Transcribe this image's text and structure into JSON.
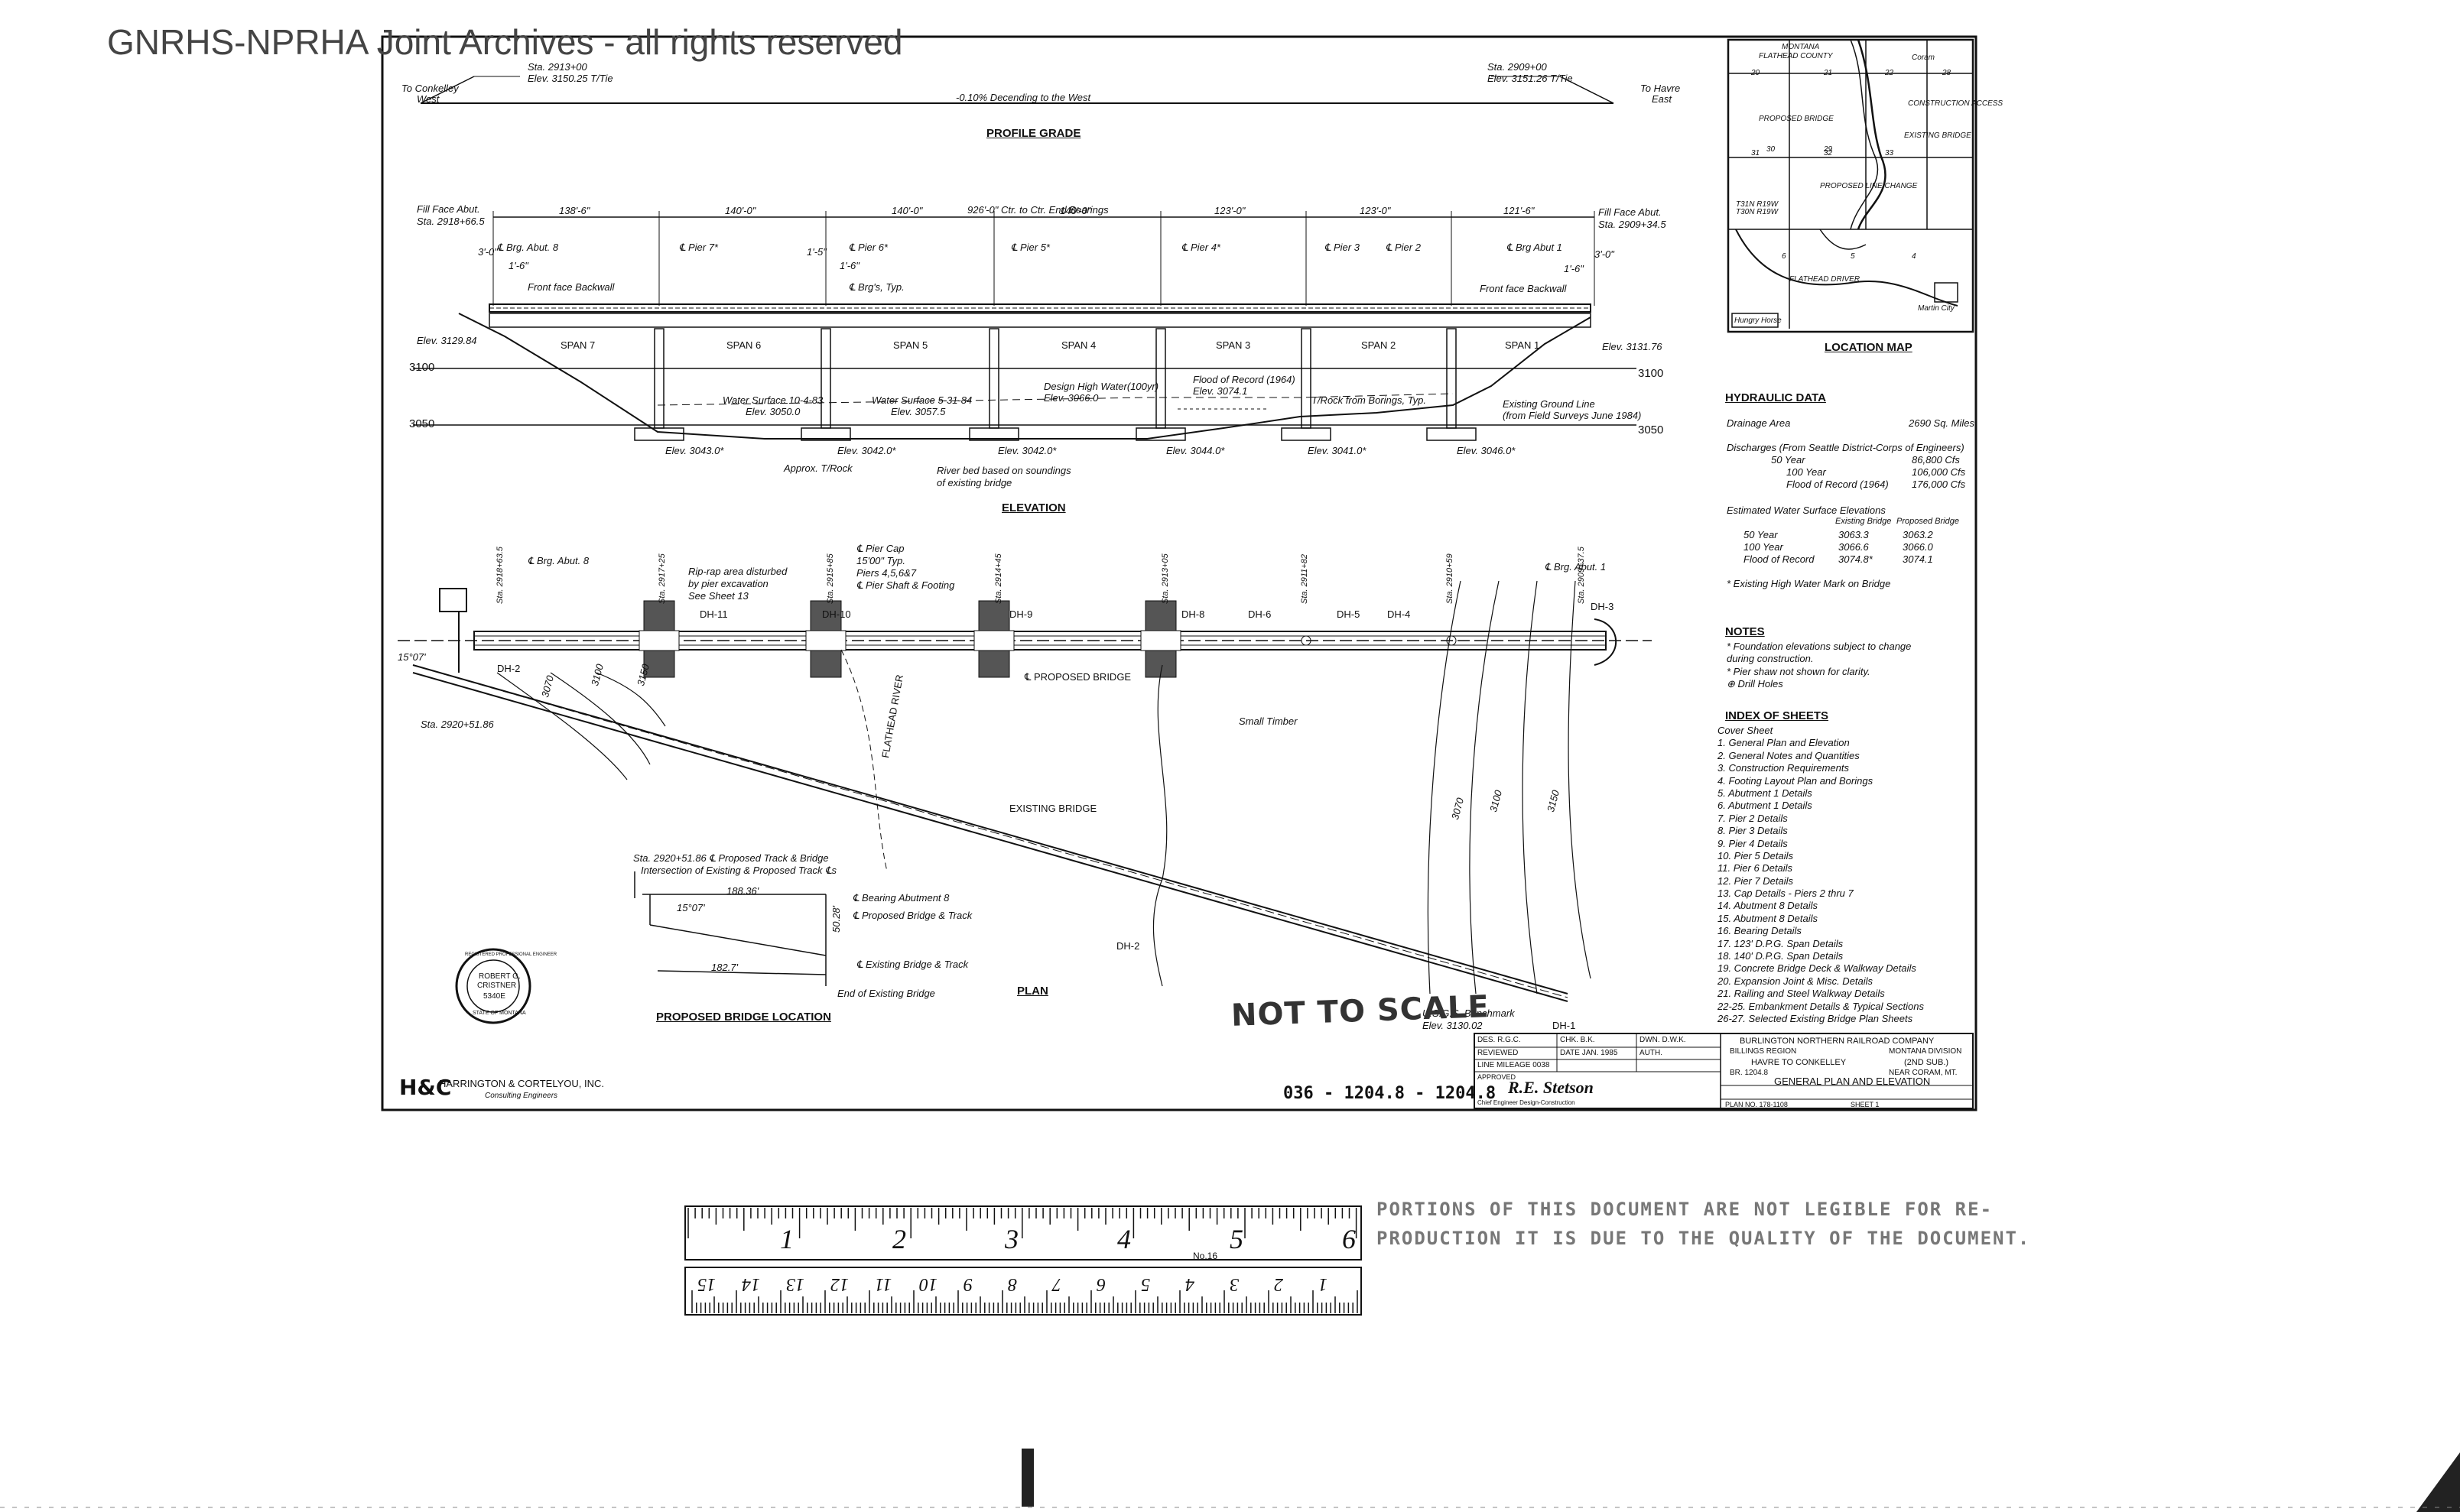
{
  "watermark": "GNRHS-NPRHA Joint Archives - all rights reserved",
  "profile": {
    "title": "PROFILE GRADE",
    "left_station": "Sta. 2913+00",
    "left_elev": "Elev. 3150.25 T/Tie",
    "right_station": "Sta. 2909+00",
    "right_elev": "Elev. 3151.26 T/Tie",
    "to_left": "To Conkelley",
    "to_left_dir": "West",
    "to_right": "To Havre",
    "to_right_dir": "East",
    "grade": "-0.10% Decending to the West"
  },
  "elevation": {
    "title": "ELEVATION",
    "fill_face_left": "Fill Face Abut.",
    "fill_face_left_sta": "Sta. 2918+66.5",
    "fill_face_right": "Fill Face Abut.",
    "fill_face_right_sta": "Sta. 2909+34.5",
    "overall": "926'-0\" Ctr. to Ctr. End Bearings",
    "span_dims": [
      "138'-6\"",
      "140'-0\"",
      "140'-0\"",
      "140'-0\"",
      "123'-0\"",
      "123'-0\"",
      "121'-6\""
    ],
    "pier_labels": [
      "℄ Brg. Abut. 8",
      "℄ Pier 7*",
      "℄ Pier 6*",
      "℄ Pier 5*",
      "℄ Pier 4*",
      "℄ Pier 3",
      "℄ Pier 2",
      "℄ Brg Abut 1"
    ],
    "spans": [
      "SPAN 7",
      "SPAN 6",
      "SPAN 5",
      "SPAN 4",
      "SPAN 3",
      "SPAN 2",
      "SPAN 1"
    ],
    "front_face_left": "Front face Backwall",
    "front_face_right": "Front face Backwall",
    "brgs_typ": "℄ Brg's, Typ.",
    "dim_3_0_left": "3'-0\"",
    "dim_1_6_left": "1'-6\"",
    "dim_1_5": "1'-5\"",
    "dim_1_6_mid": "1'-6\"",
    "dim_3_0_right": "3'-0\"",
    "dim_1_6_right": "1'-6\"",
    "elev_left": "Elev. 3129.84",
    "elev_right": "Elev. 3131.76",
    "grid_3100": "3100",
    "grid_3050": "3050",
    "water1": "Water Surface 10-4-83",
    "water1_elev": "Elev. 3050.0",
    "water2": "Water Surface 5-31-84",
    "water2_elev": "Elev. 3057.5",
    "design_hw": "Design High Water(100yr)",
    "design_hw_elev": "Elev. 3066.0",
    "flood": "Flood of Record (1964)",
    "flood_elev": "Elev. 3074.1",
    "trock": "T/Rock from Borings, Typ.",
    "ground": "Existing Ground Line",
    "ground2": "(from Field Surveys June 1984)",
    "footing_elevs": [
      "Elev. 3043.0*",
      "Elev. 3042.0*",
      "Elev. 3042.0*",
      "Elev. 3044.0*",
      "Elev. 3041.0*",
      "Elev. 3046.0*"
    ],
    "approx_trock": "Approx. T/Rock",
    "riverbed": "River bed based on soundings",
    "riverbed2": "of existing bridge"
  },
  "plan": {
    "title": "PLAN",
    "brg_abut8": "℄ Brg. Abut. 8",
    "brg_abut1": "℄ Brg. Abut. 1",
    "riprap1": "Rip-rap area disturbed",
    "riprap2": "by pier excavation",
    "riprap3": "See Sheet 13",
    "pier_cap": "℄ Pier Cap",
    "typ": "15'00\" Typ.",
    "piers": "Piers 4,5,6&7",
    "pier_shaft": "℄ Pier Shaft & Footing",
    "proposed_bridge": "℄ PROPOSED BRIDGE",
    "existing_bridge": "EXISTING BRIDGE",
    "river": "FLATHEAD RIVER",
    "small_timber": "Small Timber",
    "angle": "15°07'",
    "sta_left": "Sta. 2920+51.86",
    "drill_holes": [
      "DH-11",
      "DH-10",
      "DH-9",
      "DH-8",
      "DH-6",
      "DH-5",
      "DH-4",
      "DH-3",
      "DH-2",
      "DH-1",
      "DH-2"
    ],
    "contours": [
      "3070",
      "3100",
      "3150",
      "3070",
      "3100",
      "3150"
    ],
    "stations": [
      "Sta. 2918+63.5",
      "Sta. 2917+25",
      "Sta. 2915+85",
      "Sta. 2914+45",
      "Sta. 2913+05",
      "Sta. 2911+82",
      "Sta. 2910+59",
      "Sta. 2909+37.5"
    ],
    "benchmark": "U.S.G.S. Benchmark",
    "benchmark_elev": "Elev. 3130.02",
    "not_to_scale": "NOT TO SCALE",
    "drawing_no": "036 - 1204.8 - 1204.8"
  },
  "location_sketch": {
    "title": "PROPOSED BRIDGE LOCATION",
    "line1": "Sta. 2920+51.86 ℄ Proposed Track & Bridge",
    "line2": "Intersection of Existing & Proposed Track ℄s",
    "dim1": "188.36'",
    "angle": "15°07'",
    "dim2": "182.7'",
    "dim3": "50.28'",
    "brg_abut": "℄ Bearing Abutment 8",
    "prop_track": "℄ Proposed Bridge & Track",
    "exist_track": "℄ Existing Bridge & Track",
    "end_exist": "End of Existing Bridge"
  },
  "seal": {
    "top": "REGISTERED PROFESSIONAL ENGINEER",
    "name1": "ROBERT G.",
    "name2": "CRISTNER",
    "number": "5340E",
    "bottom": "STATE OF MONTANA"
  },
  "firm": {
    "logo": "H&C",
    "name": "HARRINGTON & CORTELYOU, INC.",
    "sub": "Consulting Engineers"
  },
  "location_map": {
    "title": "LOCATION MAP",
    "labels": [
      "MONTANA",
      "FLATHEAD COUNTY",
      "Coram",
      "CONSTRUCTION ACCESS",
      "PROPOSED BRIDGE",
      "EXISTING BRIDGE",
      "PROPOSED LINE CHANGE",
      "T31N R19W",
      "T30N R19W",
      "Martin City",
      "Hungry Horse",
      "FLATHEAD DRIVER"
    ],
    "sections": [
      "20",
      "21",
      "22",
      "28",
      "29",
      "30",
      "31",
      "32",
      "33",
      "5",
      "4",
      "6"
    ]
  },
  "hydraulic": {
    "title": "HYDRAULIC DATA",
    "drainage_label": "Drainage Area",
    "drainage_value": "2690 Sq. Miles",
    "discharges": "Discharges (From Seattle District-Corps of Engineers)",
    "q50": "50 Year",
    "q50v": "86,800 Cfs",
    "q100": "100 Year",
    "q100v": "106,000 Cfs",
    "qflood": "Flood of Record (1964)",
    "qfloodv": "176,000 Cfs",
    "ws_title": "Estimated Water Surface Elevations",
    "col1": "Existing Bridge",
    "col2": "Proposed Bridge",
    "rows": [
      {
        "label": "50 Year",
        "a": "3063.3",
        "b": "3063.2"
      },
      {
        "label": "100 Year",
        "a": "3066.6",
        "b": "3066.0"
      },
      {
        "label": "Flood of Record",
        "a": "3074.8*",
        "b": "3074.1"
      }
    ],
    "footnote": "* Existing High Water Mark on Bridge"
  },
  "notes": {
    "title": "NOTES",
    "items": [
      "* Foundation elevations subject to change",
      "  during construction.",
      "* Pier shaw not shown for clarity.",
      "⊕ Drill Holes"
    ]
  },
  "index": {
    "title": "INDEX OF SHEETS",
    "items": [
      "Cover Sheet",
      "1. General Plan and Elevation",
      "2. General Notes and Quantities",
      "3. Construction Requirements",
      "4. Footing Layout Plan and Borings",
      "5. Abutment 1 Details",
      "6. Abutment 1 Details",
      "7. Pier 2 Details",
      "8. Pier 3 Details",
      "9. Pier 4 Details",
      "10. Pier 5 Details",
      "11. Pier 6 Details",
      "12. Pier 7 Details",
      "13. Cap Details - Piers 2 thru 7",
      "14. Abutment 8 Details",
      "15. Abutment 8 Details",
      "16. Bearing Details",
      "17. 123' D.P.G. Span Details",
      "18. 140' D.P.G. Span Details",
      "19. Concrete Bridge Deck & Walkway Details",
      "20. Expansion Joint & Misc. Details",
      "21. Railing and Steel Walkway Details",
      "22-25. Embankment Details & Typical Sections",
      "26-27. Selected Existing Bridge Plan Sheets"
    ]
  },
  "titleblock": {
    "des": "DES. R.G.C.",
    "chk": "CHK. B.K.",
    "dwn": "DWN. D.W.K.",
    "reviewed": "REVIEWED",
    "date": "DATE JAN. 1985",
    "auth": "AUTH.",
    "line_mileage": "LINE MILEAGE 0038",
    "approved": "APPROVED",
    "signature": "R.E. Stetson",
    "chief": "Chief Engineer Design-Construction",
    "company": "BURLINGTON NORTHERN RAILROAD COMPANY",
    "region": "BILLINGS REGION",
    "division": "MONTANA DIVISION",
    "route": "HAVRE TO CONKELLEY",
    "sub": "(2ND SUB.)",
    "br": "BR. 1204.8",
    "near": "NEAR CORAM, MT.",
    "title": "GENERAL PLAN AND ELEVATION",
    "plan_no": "PLAN NO. 178-1108",
    "sheet": "SHEET 1"
  },
  "ruler": {
    "inches": [
      "1",
      "2",
      "3",
      "4",
      "5",
      "6"
    ],
    "cm": [
      "1",
      "2",
      "3",
      "4",
      "5",
      "6",
      "7",
      "8",
      "9",
      "10",
      "11",
      "12",
      "13",
      "14",
      "15"
    ],
    "unit": "cm",
    "no": "No.16"
  },
  "disclaimer": {
    "line1": "PORTIONS OF THIS DOCUMENT ARE NOT LEGIBLE FOR RE-",
    "line2": "PRODUCTION IT IS DUE TO THE QUALITY OF THE DOCUMENT."
  }
}
